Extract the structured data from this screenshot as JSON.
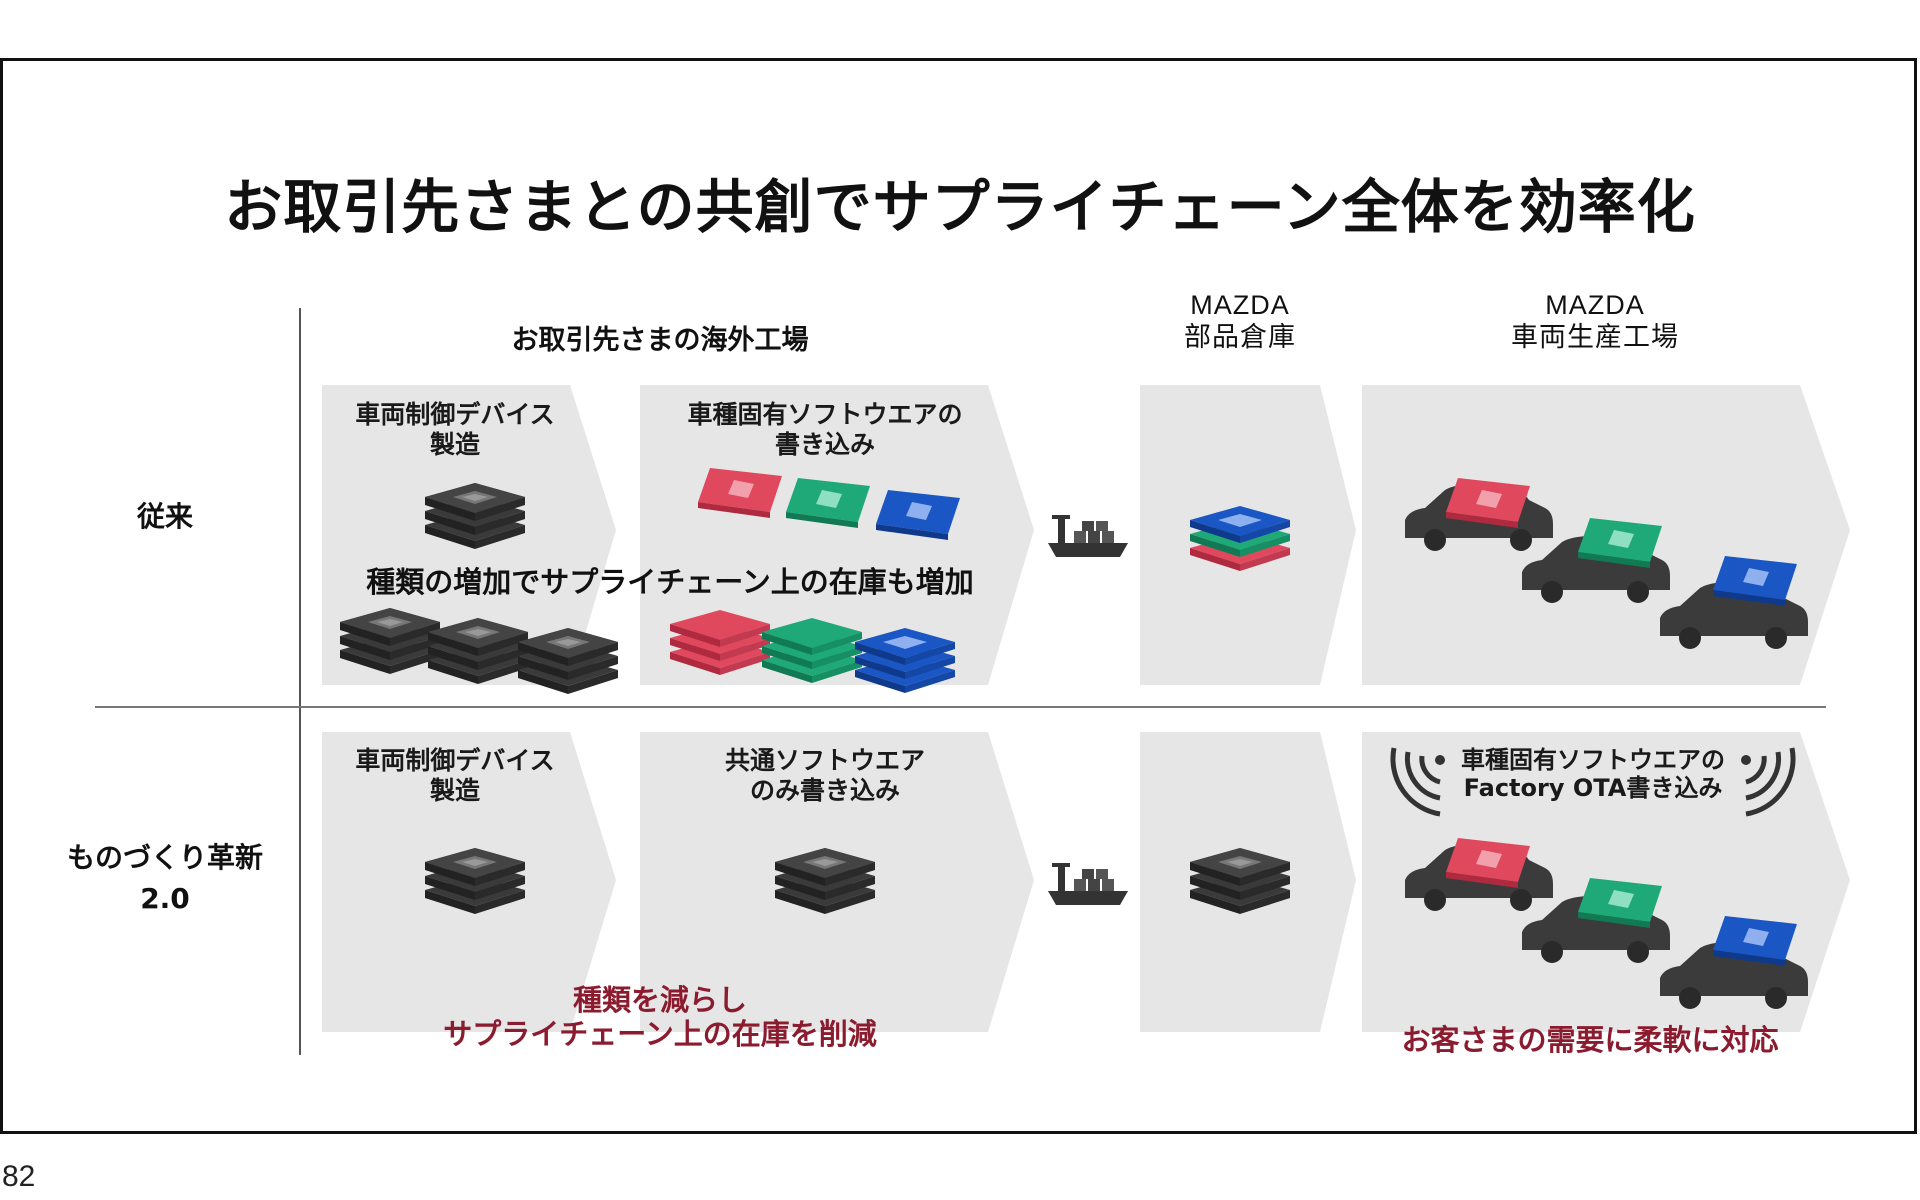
{
  "title": "お取引先さまとの共創でサプライチェーン全体を効率化",
  "page_number": "82",
  "headers": {
    "overseas": "お取引先さまの海外工場",
    "warehouse": "MAZDA\n部品倉庫",
    "plant": "MAZDA\n車両生産工場"
  },
  "rows": {
    "conventional": "従来",
    "innovation": "ものづくり革新\n2.0"
  },
  "top_row": {
    "step1": "車両制御デバイス\n製造",
    "step2": "車種固有ソフトウエアの\n書き込み",
    "overlay": "種類の増加でサプライチェーン上の在庫も増加"
  },
  "bottom_row": {
    "step1": "車両制御デバイス\n製造",
    "step2": "共通ソフトウエア\nのみ書き込み",
    "ota": "車種固有ソフトウエアの\nFactory OTA書き込み",
    "callout_left": "種類を減らし\nサプライチェーン上の在庫を削減",
    "callout_right": "お客さまの需要に柔軟に対応"
  },
  "colors": {
    "arrow_fill": "#e6e6e6",
    "chip_black": "#3a3a3a",
    "chip_red": "#e0485e",
    "chip_green": "#1fa878",
    "chip_blue": "#1a56c4",
    "accent_red": "#8b1b2e"
  },
  "icons": [
    "chip-stack-icon",
    "cargo-ship-icon",
    "car-icon",
    "wireless-signal-icon"
  ]
}
